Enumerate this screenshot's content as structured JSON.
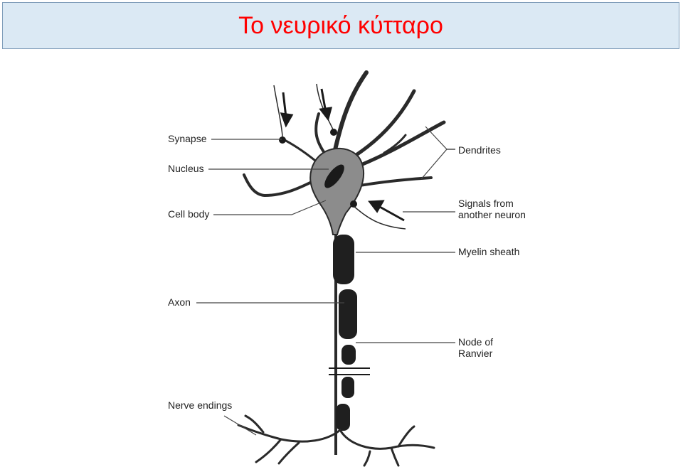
{
  "title": "Το νευρικό κύτταρο",
  "labels": {
    "synapse": "Synapse",
    "nucleus": "Nucleus",
    "cell_body": "Cell body",
    "axon": "Axon",
    "nerve_endings": "Nerve endings",
    "dendrites": "Dendrites",
    "signals_line1": "Signals from",
    "signals_line2": "another neuron",
    "myelin_sheath": "Myelin sheath",
    "node_line1": "Node of",
    "node_line2": "Ranvier"
  },
  "colors": {
    "title": "#ff0000",
    "title_background": "#dbe9f4"
  }
}
